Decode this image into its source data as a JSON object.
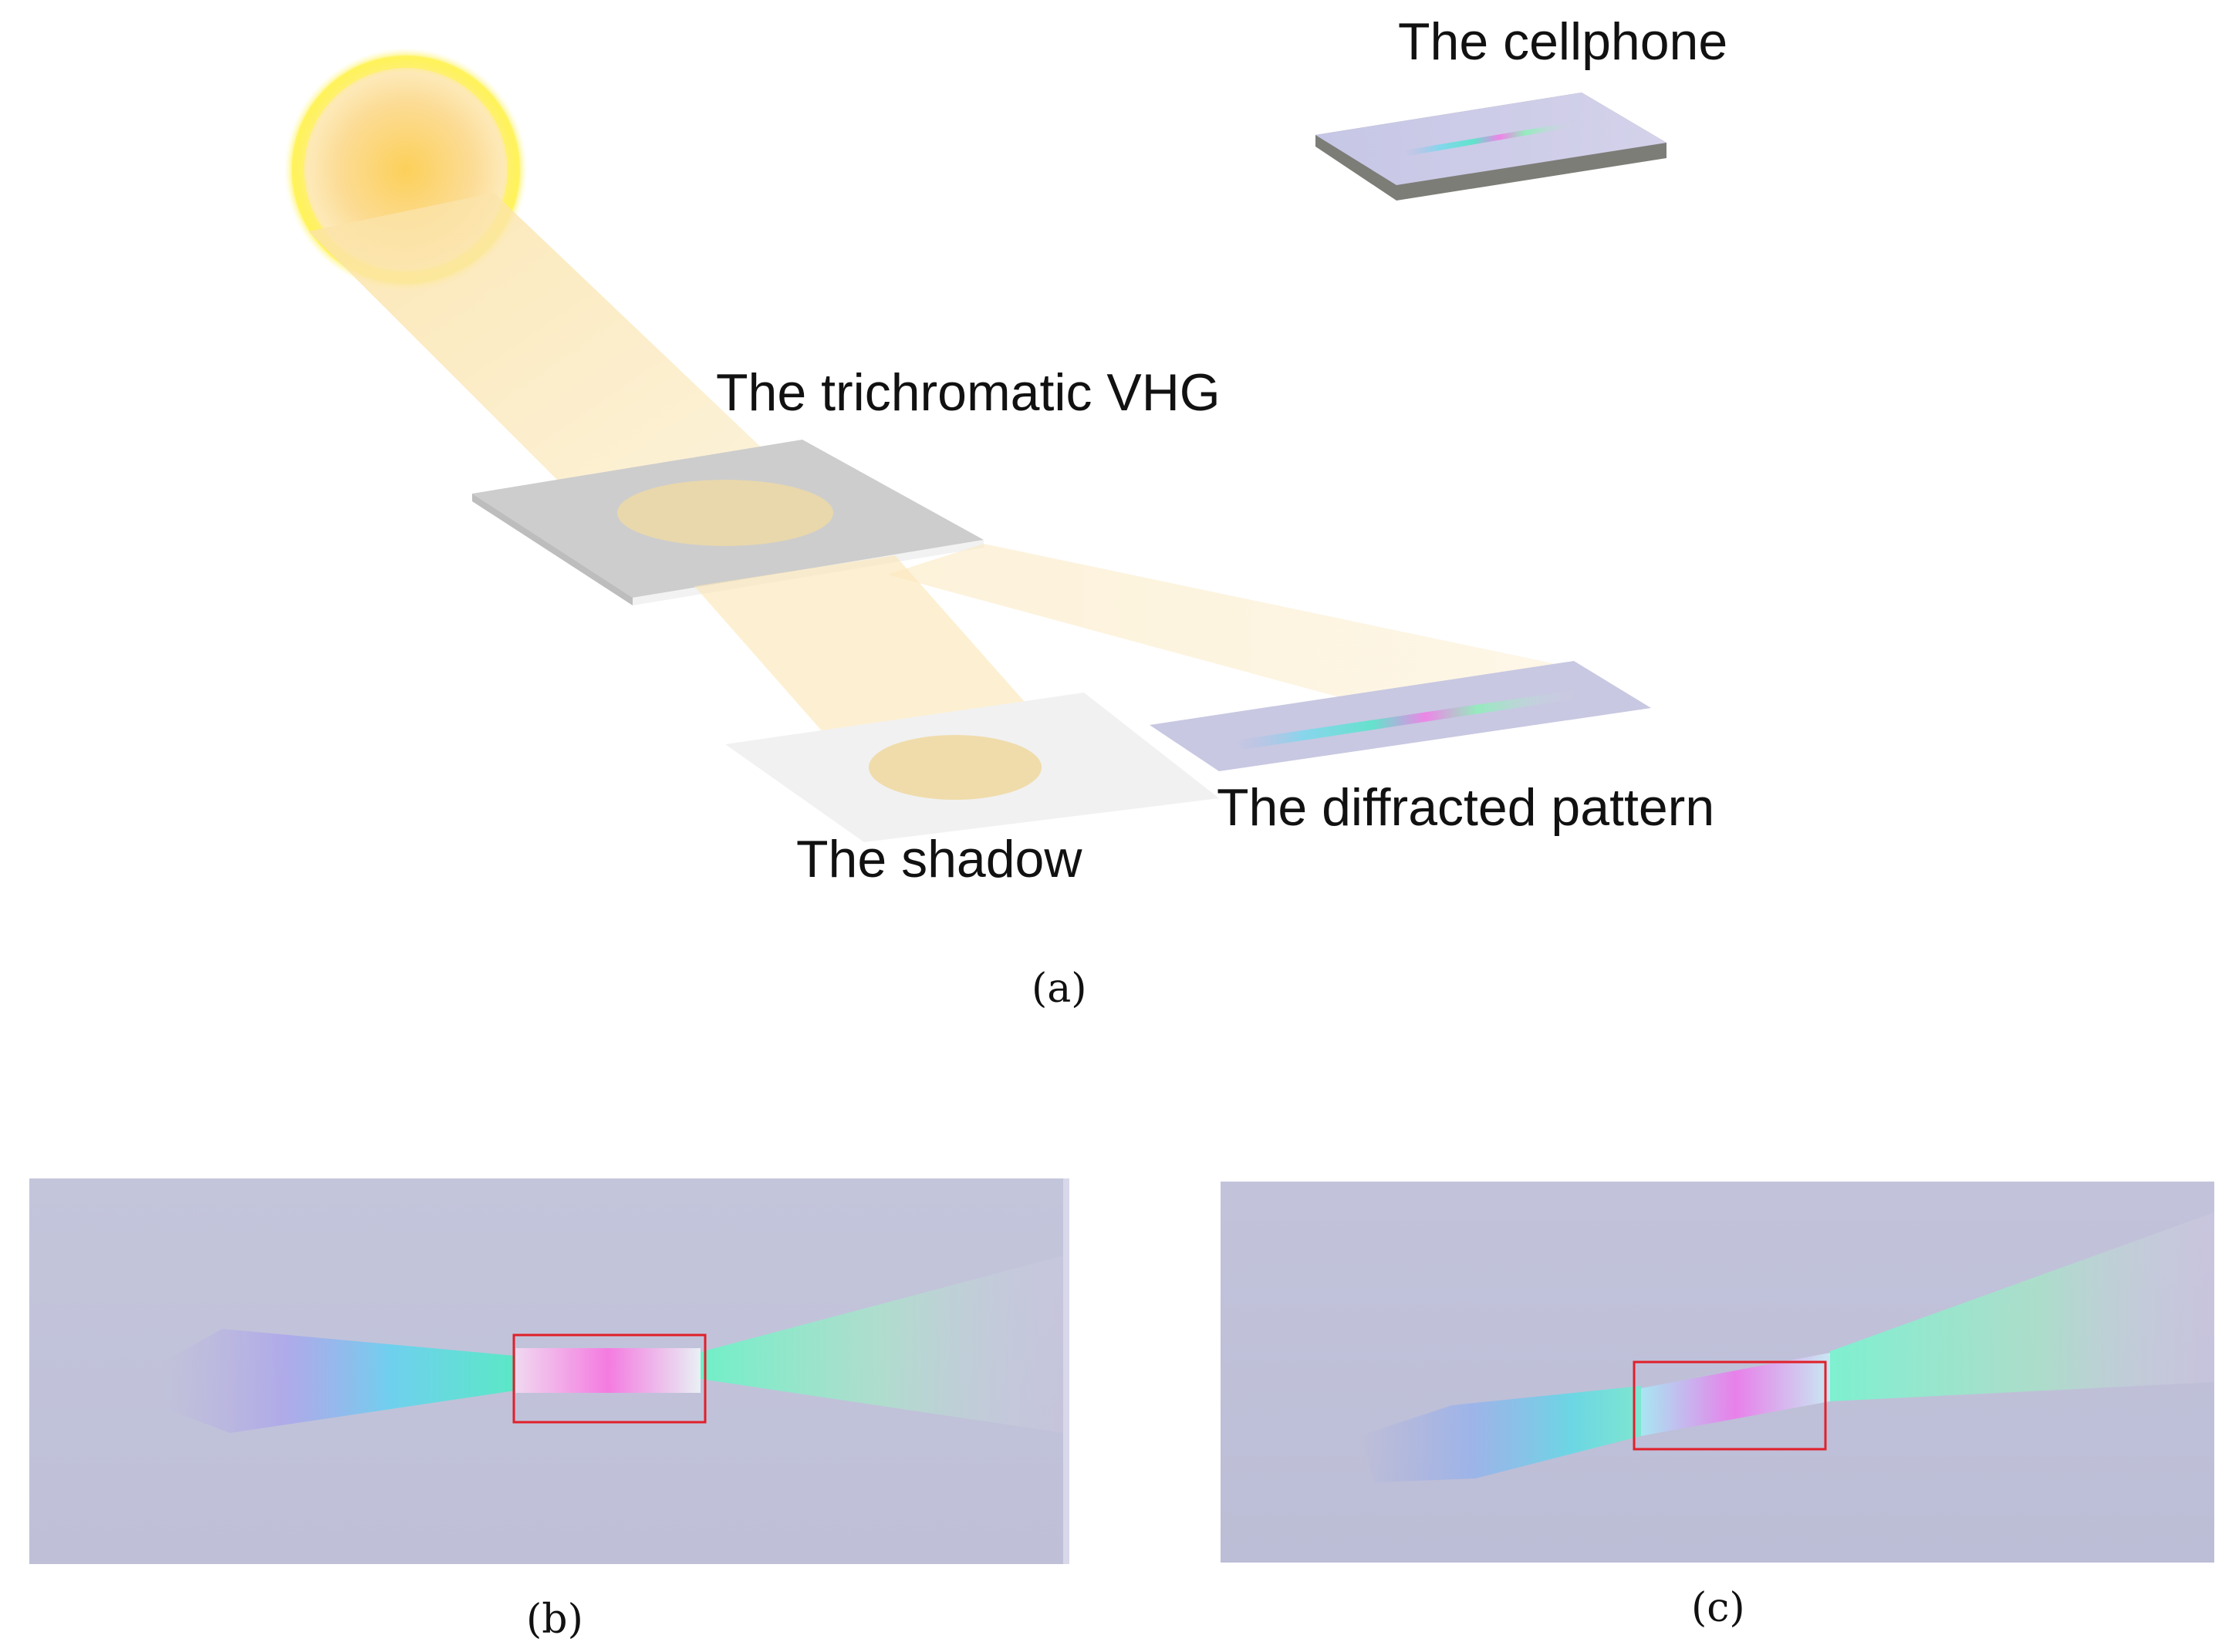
{
  "labels": {
    "cellphone": "The cellphone",
    "vhg": "The trichromatic VHG",
    "diffracted": "The diffracted pattern",
    "shadow": "The shadow"
  },
  "captions": {
    "a": "(a)",
    "b": "(b)",
    "c": "(c)"
  },
  "colors": {
    "sun_core": "#fcd16a",
    "sun_glow": "#fff13a",
    "beam": "#fbe6b0",
    "plate": "#cccccc",
    "panel_bg": "#c4c4dc",
    "highlight_box": "#e0202a"
  }
}
